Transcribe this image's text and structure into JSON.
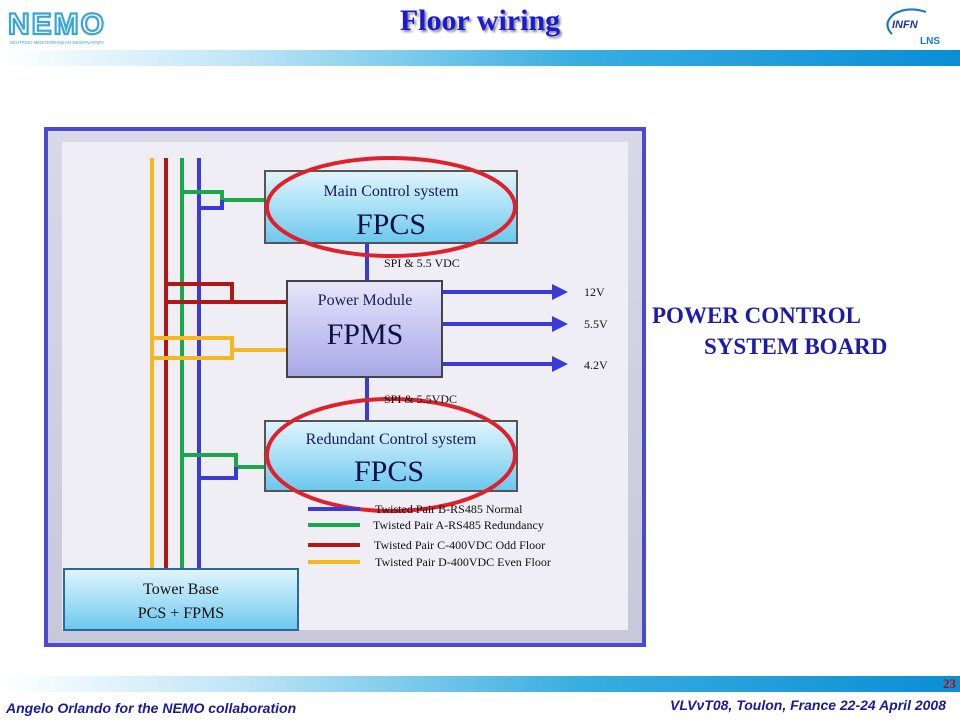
{
  "header": {
    "title": "Floor wiring",
    "nemo_logo_text": "NEMO",
    "nemo_logo_subtitle": "NEUTRINO MEDITERRANEAN OBSERVATORY",
    "infn_logo_text": "INFN",
    "lns_text": "LNS"
  },
  "slide": {
    "page_number": "23",
    "footer_left": "Angelo Orlando for the NEMO collaboration",
    "footer_right": "VLVνT08, Toulon, France 22-24 April 2008"
  },
  "side_label": {
    "line1": "POWER CONTROL",
    "line2": "SYSTEM BOARD"
  },
  "diagram": {
    "main_control": {
      "caption": "Main Control system",
      "name": "FPCS"
    },
    "power_module": {
      "caption": "Power Module",
      "name": "FPMS"
    },
    "redundant_control": {
      "caption": "Redundant Control system",
      "name": "FPCS"
    },
    "tower_base": {
      "line1": "Tower Base",
      "line2": "PCS + FPMS"
    },
    "spi_top": "SPI & 5.5 VDC",
    "spi_bottom": "SPI & 5.5VDC",
    "outputs": [
      "12V",
      "5.5V",
      "4.2V"
    ],
    "legend": [
      {
        "label": "Twisted Pair B-RS485 Normal",
        "color": "#3a3ad8"
      },
      {
        "label": "Twisted Pair A-RS485 Redundancy",
        "color": "#1aa84a"
      },
      {
        "label": "Twisted Pair C-400VDC Odd Floor",
        "color": "#b01818"
      },
      {
        "label": "Twisted Pair D-400VDC Even Floor",
        "color": "#f5b820"
      }
    ],
    "colors": {
      "blue": "#3a3ad8",
      "green": "#1aa84a",
      "red": "#b01818",
      "yellow": "#f5b820",
      "highlight": "#e0202a"
    }
  }
}
